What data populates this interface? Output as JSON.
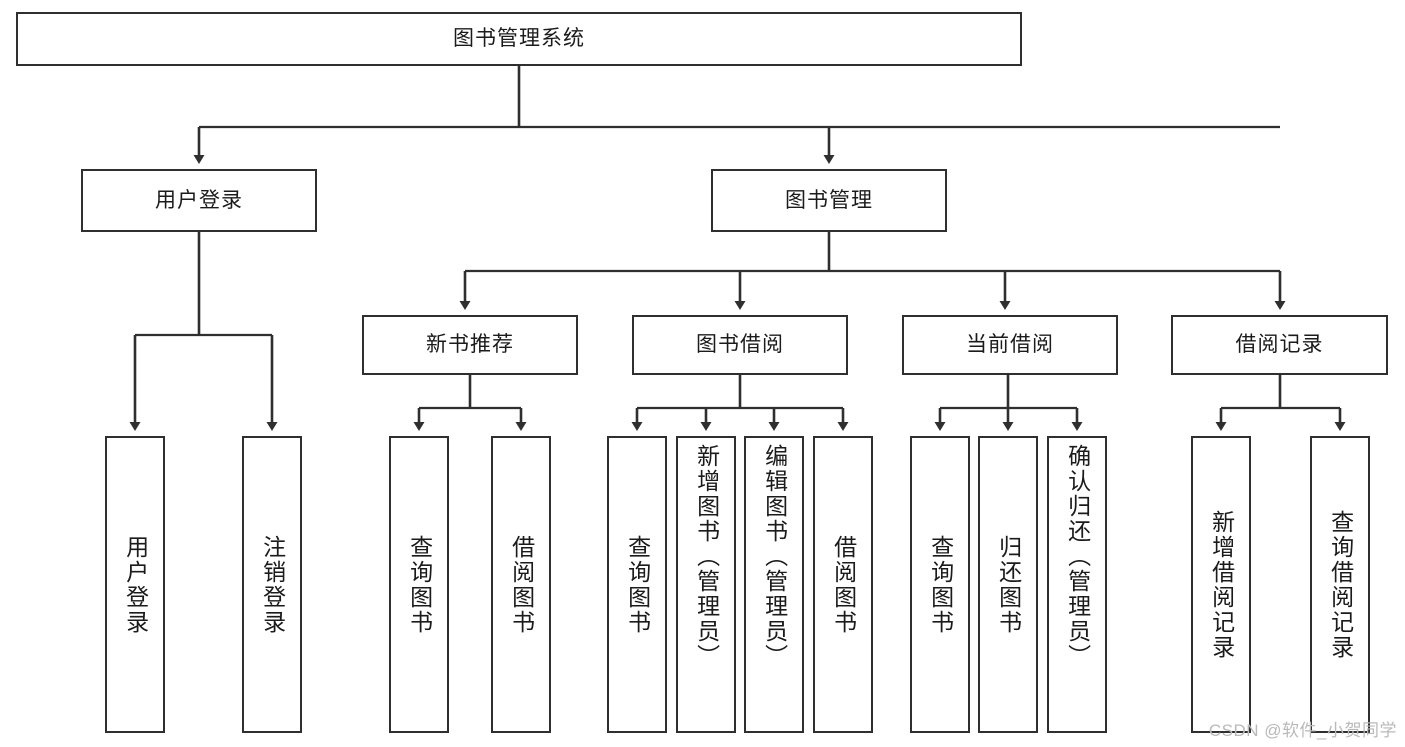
{
  "diagram": {
    "type": "tree-flowchart",
    "title": "图书管理系统",
    "watermark": "CSDN @软件_小贺同学",
    "colors": {
      "box_border": "#2f2f2f",
      "box_fill": "#ffffff",
      "connector": "#2f2f2f",
      "text": "#1b1b1b",
      "watermark": "#b9b9b9",
      "background": "#ffffff"
    },
    "root": {
      "label": "图书管理系统"
    },
    "level2": [
      {
        "id": "user-login",
        "label": "用户登录"
      },
      {
        "id": "book-manage",
        "label": "图书管理"
      }
    ],
    "level3": [
      {
        "id": "new-book-recommend",
        "label": "新书推荐",
        "parent": "book-manage"
      },
      {
        "id": "book-borrow",
        "label": "图书借阅",
        "parent": "book-manage"
      },
      {
        "id": "current-borrow",
        "label": "当前借阅",
        "parent": "book-manage"
      },
      {
        "id": "borrow-record",
        "label": "借阅记录",
        "parent": "book-manage"
      }
    ],
    "leaves": {
      "user-login": [
        {
          "id": "leaf-user-login",
          "label": "用户登录"
        },
        {
          "id": "leaf-user-logout",
          "label": "注销登录"
        }
      ],
      "new-book-recommend": [
        {
          "id": "leaf-query-book-1",
          "label": "查询图书"
        },
        {
          "id": "leaf-borrow-book-1",
          "label": "借阅图书"
        }
      ],
      "book-borrow": [
        {
          "id": "leaf-query-book-2",
          "label": "查询图书"
        },
        {
          "id": "leaf-add-book",
          "label": "新增图书（管理员）"
        },
        {
          "id": "leaf-edit-book",
          "label": "编辑图书（管理员）"
        },
        {
          "id": "leaf-borrow-book-2",
          "label": "借阅图书"
        }
      ],
      "current-borrow": [
        {
          "id": "leaf-query-book-3",
          "label": "查询图书"
        },
        {
          "id": "leaf-return-book",
          "label": "归还图书"
        },
        {
          "id": "leaf-confirm-return",
          "label": "确认归还（管理员）"
        }
      ],
      "borrow-record": [
        {
          "id": "leaf-add-record",
          "label": "新增借阅记录"
        },
        {
          "id": "leaf-query-record",
          "label": "查询借阅记录"
        }
      ]
    }
  }
}
